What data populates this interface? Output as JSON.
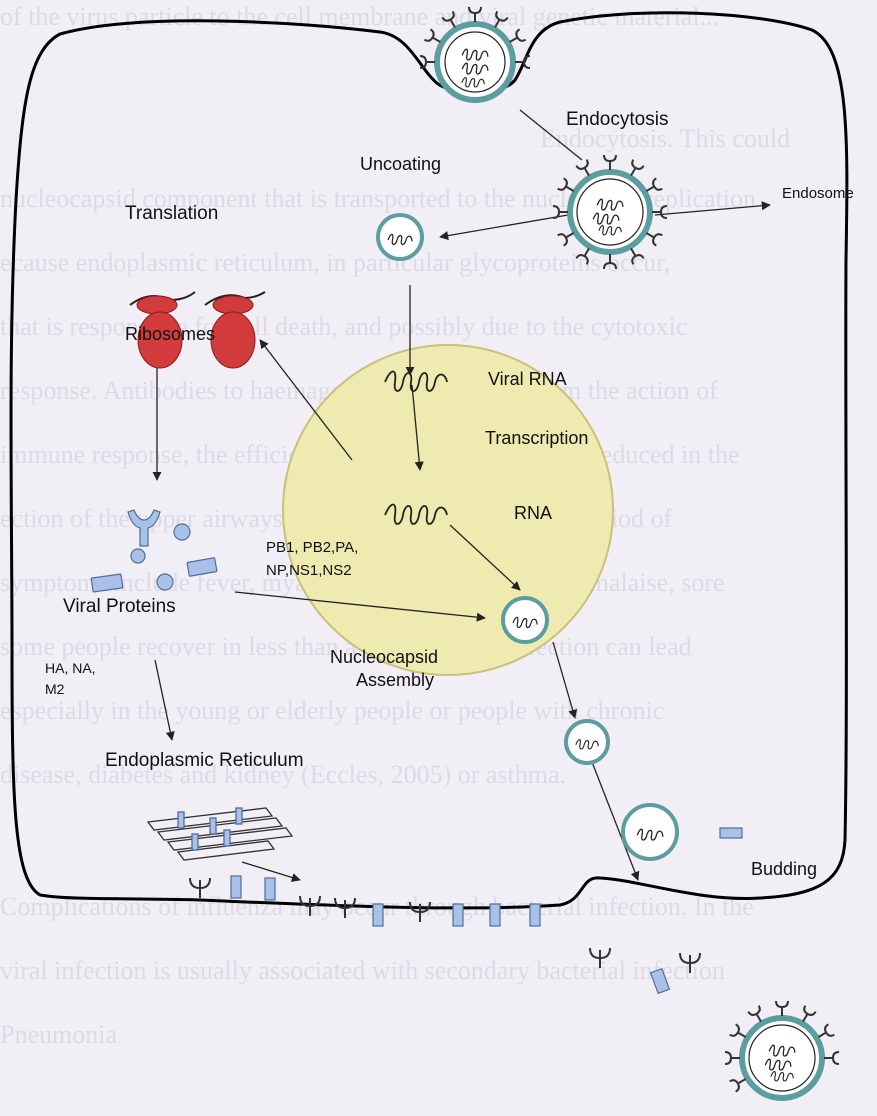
{
  "colors": {
    "background": "#f1eff5",
    "nucleus_fill": "#efeab0",
    "nucleus_stroke": "#c9c07e",
    "ribosome": "#d23b3b",
    "protein": "#a9c1e6",
    "capsid_ring": "#5b9da1",
    "membrane": "#000000"
  },
  "labels": {
    "endocytosis": "Endocytosis",
    "uncoating": "Uncoating",
    "endosome": "Endosome",
    "translation": "Translation",
    "ribosomes": "Ribosomes",
    "viral_rna": "Viral RNA",
    "transcription": "Transcription",
    "rna": "RNA",
    "polymerase_line1": "PB1, PB2,PA,",
    "polymerase_line2": "NP,NS1,NS2",
    "viral_proteins": "Viral Proteins",
    "surface_line1": "HA, NA,",
    "surface_line2": "M2",
    "nucleocapsid_line1": "Nucleocapsid",
    "nucleocapsid_line2": "Assembly",
    "er": "Endoplasmic Reticulum",
    "budding": "Budding"
  },
  "icons": [
    "ribosome-icon",
    "virion-icon",
    "rna-strand-icon",
    "nucleocapsid-icon",
    "hemagglutinin-icon",
    "protein-shape-icon"
  ],
  "background_text": [
    "of the virus particle to the cell membrane and viral genetic material...",
    "Endocytosis. This could",
    "nucleocapsid component that is transported to the nucleus for replication",
    "ecause endoplasmic reticulum, in particular glycoproteins occur,",
    "that is responsible for cell death, and possibly due to the cytotoxic",
    "response. Antibodies to haemagglutinin also result from the action of",
    "immune response, the efficiency of immune clearance is reduced in the",
    "ection of the upper airways infection usually lasts for a period of",
    "symptoms include fever, myalgia, headache and general malaise, sore",
    "some people recover in less than a week and the infection can lead",
    "especially in the young or elderly people or people with chronic",
    "disease, diabetes and kidney (Eccles, 2005) or asthma.",
    "Complications of influenza may occur through bacterial infection. In the",
    "viral infection is usually associated with secondary bacterial infection",
    "Pneumonia"
  ]
}
